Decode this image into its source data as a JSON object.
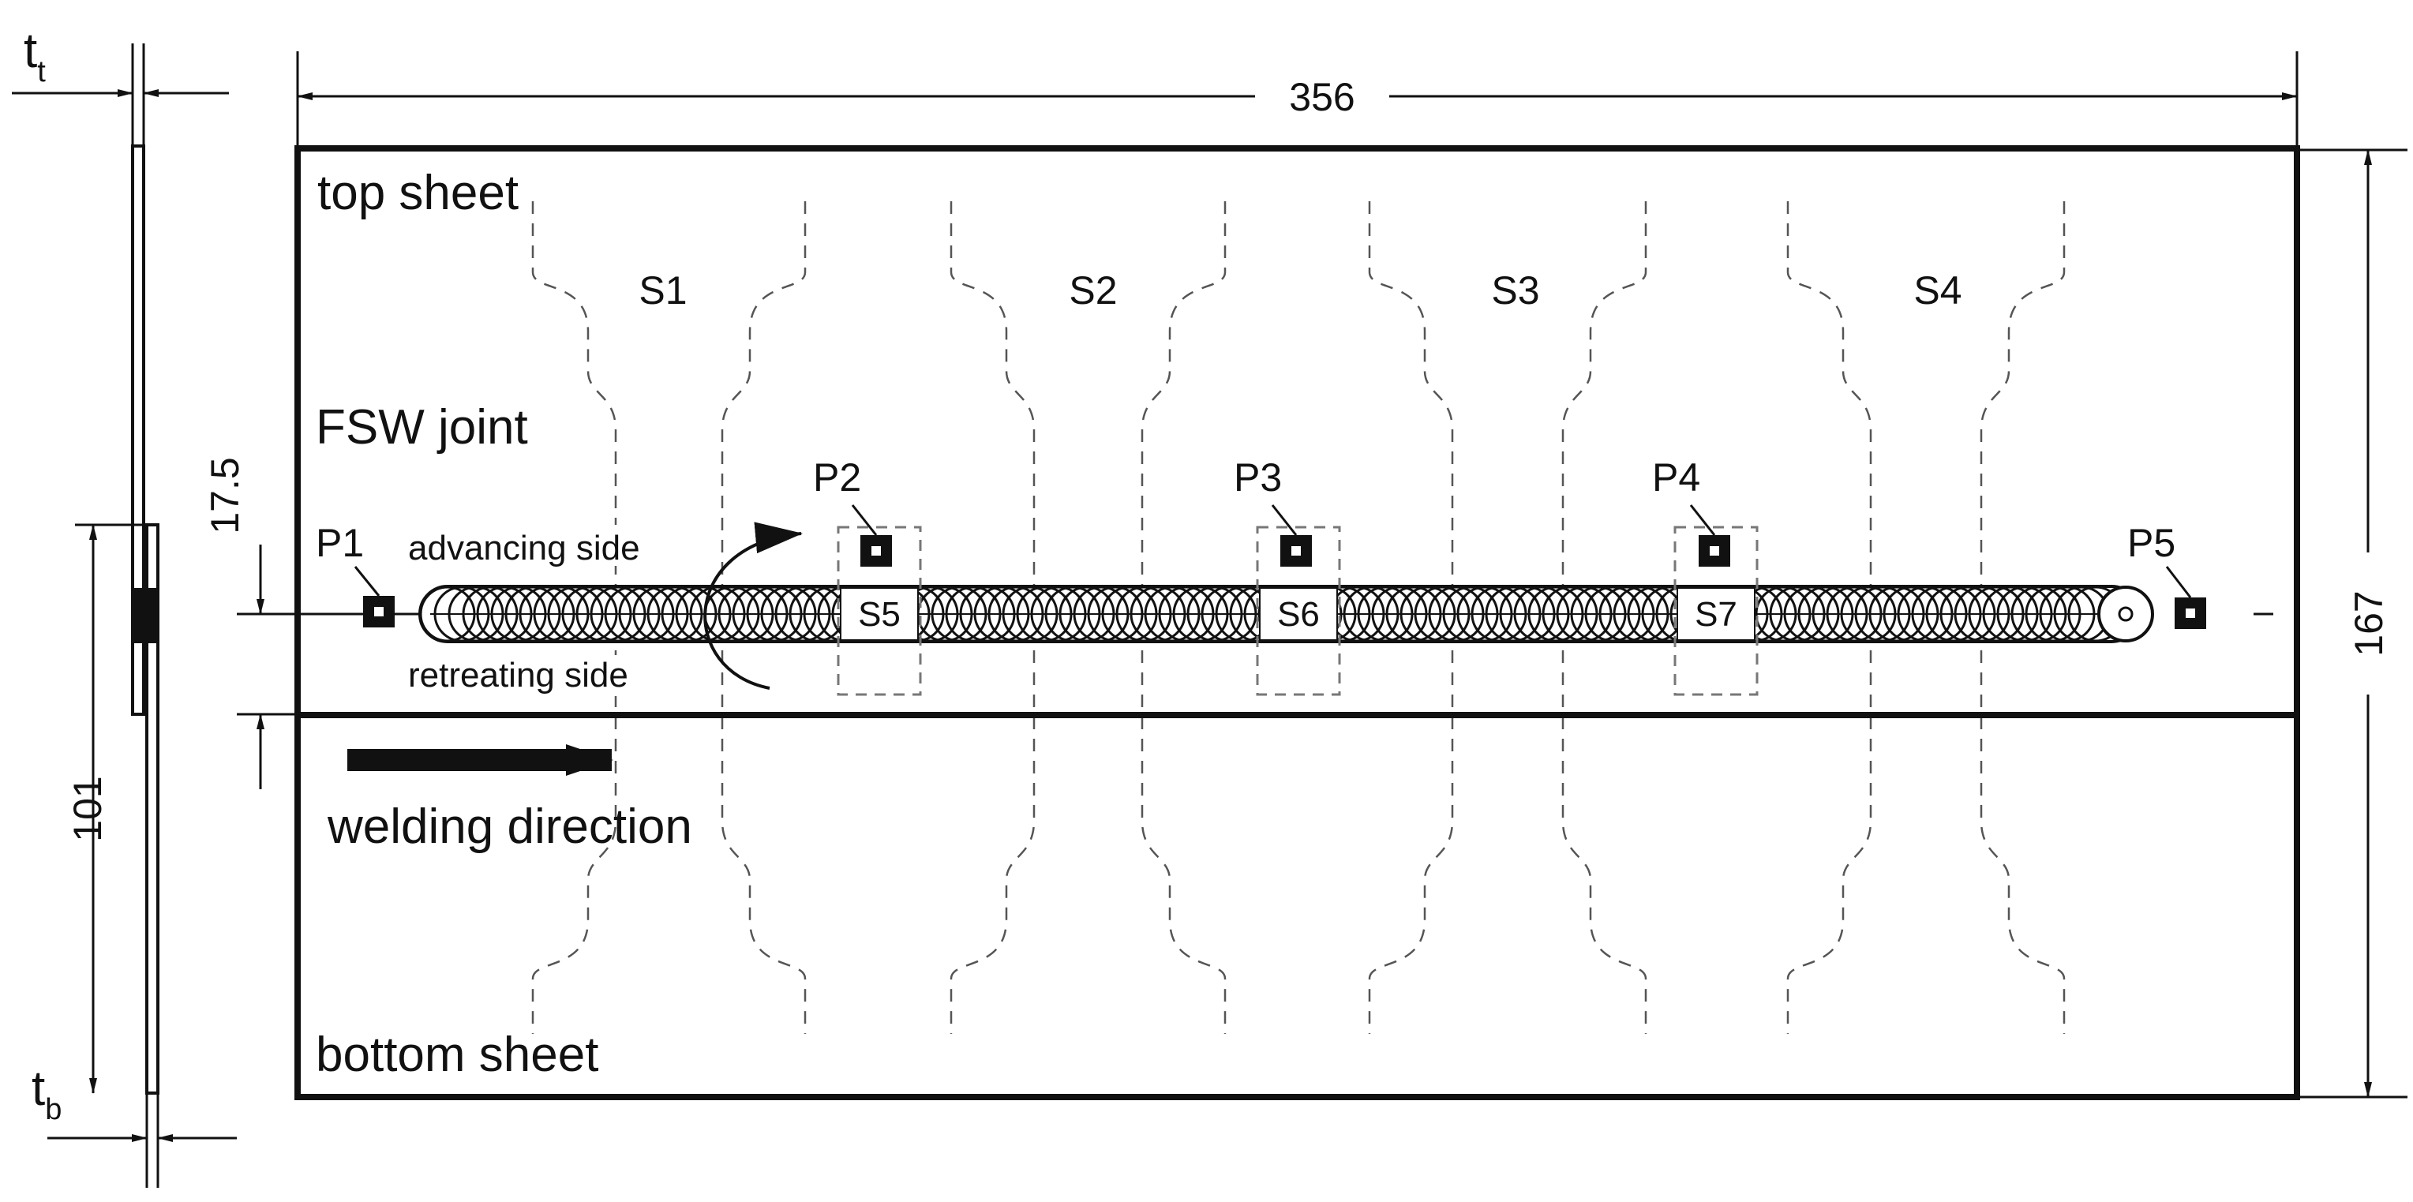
{
  "dimensions": {
    "top_thickness_label": "t",
    "top_thickness_sub": "t",
    "bottom_thickness_label": "t",
    "bottom_thickness_sub": "b",
    "overall_length": "356",
    "overall_width": "167",
    "bottom_sheet_width": "101",
    "joint_offset": "17.5"
  },
  "labels": {
    "top_sheet": "top sheet",
    "bottom_sheet": "bottom sheet",
    "fsw_joint": "FSW joint",
    "advancing_side": "advancing side",
    "retreating_side": "retreating side",
    "welding_direction": "welding direction"
  },
  "specimens": [
    "S1",
    "S2",
    "S3",
    "S4"
  ],
  "joint_specimens": [
    "S5",
    "S6",
    "S7"
  ],
  "points": [
    "P1",
    "P2",
    "P3",
    "P4",
    "P5"
  ]
}
